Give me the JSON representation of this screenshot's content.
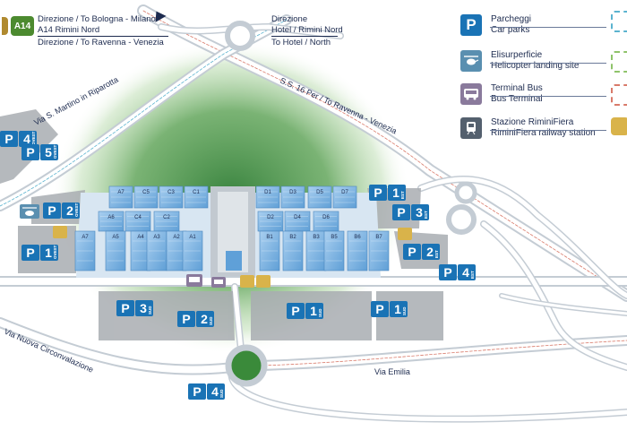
{
  "directions": {
    "left_lines": [
      "Direzione / To Bologna - Milano",
      "A14 Rimini Nord",
      "Direzione / To Ravenna - Venezia"
    ],
    "a14_badge": "A14",
    "right_lines": [
      "Direzione",
      "Hotel / Rimini Nord",
      "To Hotel / North"
    ]
  },
  "legend": [
    {
      "icon": "parking-icon",
      "glyph": "P",
      "color": "#1a73b5",
      "lines": [
        "Parcheggi",
        "Car parks"
      ]
    },
    {
      "icon": "helicopter-icon",
      "glyph": "",
      "color": "#5a8fb0",
      "lines": [
        "Elisurperficie",
        "Helicopter landing site"
      ]
    },
    {
      "icon": "bus-icon",
      "glyph": "",
      "color": "#8a7a9c",
      "lines": [
        "Terminal Bus",
        "Bus Terminal"
      ]
    },
    {
      "icon": "train-icon",
      "glyph": "",
      "color": "#54606e",
      "lines": [
        "Stazione RiminiFiera",
        "RiminiFiera railway station"
      ]
    }
  ],
  "roads": {
    "ss16": "S.S. 16 Per / To Ravenna - Venezia",
    "via_martino": "Via S. Martino in Riparotta",
    "via_circ": "Via Nuova Circonvalazione",
    "via_emilia": "Via Emilia"
  },
  "parkings": {
    "ovest_4": {
      "n": "4",
      "side": "OVEST"
    },
    "ovest_5": {
      "n": "5",
      "side": "OVEST"
    },
    "ovest_2": {
      "n": "2",
      "side": "OVEST"
    },
    "ovest_1": {
      "n": "1",
      "side": "OVEST"
    },
    "est_1": {
      "n": "1",
      "side": "EST"
    },
    "est_3": {
      "n": "3",
      "side": "EST"
    },
    "est_2": {
      "n": "2",
      "side": "EST"
    },
    "est_4": {
      "n": "4",
      "side": "EST"
    },
    "sud_3": {
      "n": "3",
      "side": "SUD"
    },
    "sud_2": {
      "n": "2",
      "side": "SUD"
    },
    "sud_1a": {
      "n": "1",
      "side": "SUD"
    },
    "sud_1b": {
      "n": "1",
      "side": "SUD"
    },
    "sud_4": {
      "n": "4",
      "side": "SUD"
    }
  },
  "halls": {
    "west_top": [
      "A7",
      "C5",
      "C3",
      "C1"
    ],
    "west_mid": [
      "A6",
      "C4",
      "C2"
    ],
    "west_bot": [
      "A7",
      "A5",
      "A4",
      "A3",
      "A2",
      "A1"
    ],
    "east_top": [
      "D1",
      "D3",
      "D5",
      "D7"
    ],
    "east_mid": [
      "D2",
      "D4",
      "D6"
    ],
    "east_bot": [
      "B1",
      "B2",
      "B3",
      "B5",
      "B6",
      "B7"
    ]
  },
  "colors": {
    "parking": "#1a73b5",
    "hall": "#7fb3e0",
    "green": "#3a8a3a",
    "road": "#b9c2cc",
    "badge_green": "#4c8a2f"
  }
}
